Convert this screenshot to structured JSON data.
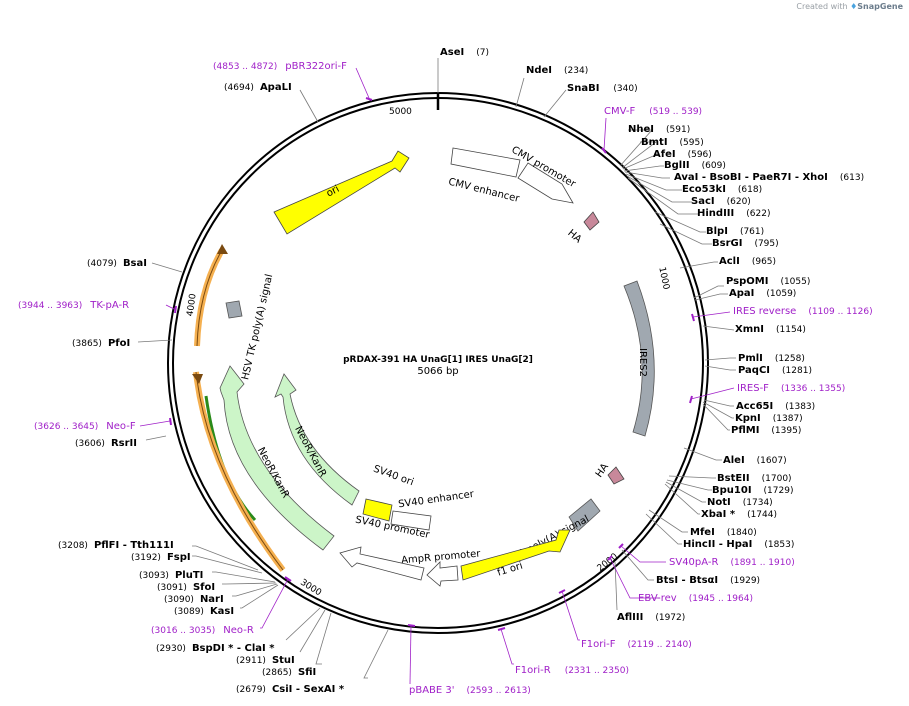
{
  "credit": {
    "prefix": "Created with",
    "brand": "SnapGene"
  },
  "plasmid": {
    "name": "pRDAX-391    HA UnaG[1] IRES UnaG[2]",
    "length": "5066 bp"
  },
  "ticks": [
    "5000",
    "1000",
    "2000",
    "3000",
    "4000"
  ],
  "enzymes": [
    {
      "name": "AseI",
      "pos": "(7)"
    },
    {
      "name": "NdeI",
      "pos": "(234)"
    },
    {
      "name": "SnaBI",
      "pos": "(340)"
    },
    {
      "name": "NheI",
      "pos": "(591)"
    },
    {
      "name": "BmtI",
      "pos": "(595)"
    },
    {
      "name": "AfeI",
      "pos": "(596)"
    },
    {
      "name": "BglII",
      "pos": "(609)"
    },
    {
      "name": "AvaI  - BsoBI  - PaeR7I  - XhoI",
      "pos": "(613)"
    },
    {
      "name": "Eco53kI",
      "pos": "(618)"
    },
    {
      "name": "SacI",
      "pos": "(620)"
    },
    {
      "name": "HindIII",
      "pos": "(622)"
    },
    {
      "name": "BlpI",
      "pos": "(761)"
    },
    {
      "name": "BsrGI",
      "pos": "(795)"
    },
    {
      "name": "AclI",
      "pos": "(965)"
    },
    {
      "name": "PspOMI",
      "pos": "(1055)"
    },
    {
      "name": "ApaI",
      "pos": "(1059)"
    },
    {
      "name": "XmnI",
      "pos": "(1154)"
    },
    {
      "name": "PmlI",
      "pos": "(1258)"
    },
    {
      "name": "PaqCI",
      "pos": "(1281)"
    },
    {
      "name": "Acc65I",
      "pos": "(1383)"
    },
    {
      "name": "KpnI",
      "pos": "(1387)"
    },
    {
      "name": "PflMI",
      "pos": "(1395)"
    },
    {
      "name": "AleI",
      "pos": "(1607)"
    },
    {
      "name": "BstEII",
      "pos": "(1700)"
    },
    {
      "name": "Bpu10I",
      "pos": "(1729)"
    },
    {
      "name": "NotI",
      "pos": "(1734)"
    },
    {
      "name": "XbaI *",
      "pos": "(1744)"
    },
    {
      "name": "MfeI",
      "pos": "(1840)"
    },
    {
      "name": "HincII  - HpaI",
      "pos": "(1853)"
    },
    {
      "name": "BtsI  - BtsαI",
      "pos": "(1929)"
    },
    {
      "name": "AflIII",
      "pos": "(1972)"
    },
    {
      "name": "CsiI  - SexAI *",
      "pos": "(2679)"
    },
    {
      "name": "SfiI",
      "pos": "(2865)"
    },
    {
      "name": "StuI",
      "pos": "(2911)"
    },
    {
      "name": "BspDI *  - ClaI *",
      "pos": "(2930)"
    },
    {
      "name": "KasI",
      "pos": "(3089)"
    },
    {
      "name": "NarI",
      "pos": "(3090)"
    },
    {
      "name": "SfoI",
      "pos": "(3091)"
    },
    {
      "name": "PluTI",
      "pos": "(3093)"
    },
    {
      "name": "FspI",
      "pos": "(3192)"
    },
    {
      "name": "PflFI  - Tth111I",
      "pos": "(3208)"
    },
    {
      "name": "RsrII",
      "pos": "(3606)"
    },
    {
      "name": "PfoI",
      "pos": "(3865)"
    },
    {
      "name": "BsaI",
      "pos": "(4079)"
    },
    {
      "name": "ApaLI",
      "pos": "(4694)"
    }
  ],
  "primers": [
    {
      "name": "pBR322ori-F",
      "pos": "(4853 .. 4872)"
    },
    {
      "name": "CMV-F",
      "pos": "(519 .. 539)"
    },
    {
      "name": "IRES reverse",
      "pos": "(1109 .. 1126)"
    },
    {
      "name": "IRES-F",
      "pos": "(1336 .. 1355)"
    },
    {
      "name": "SV40pA-R",
      "pos": "(1891 .. 1910)"
    },
    {
      "name": "EBV-rev",
      "pos": "(1945 .. 1964)"
    },
    {
      "name": "F1ori-F",
      "pos": "(2119 .. 2140)"
    },
    {
      "name": "F1ori-R",
      "pos": "(2331 .. 2350)"
    },
    {
      "name": "pBABE 3'",
      "pos": "(2593 .. 2613)"
    },
    {
      "name": "Neo-R",
      "pos": "(3016 .. 3035)"
    },
    {
      "name": "Neo-F",
      "pos": "(3626 .. 3645)"
    },
    {
      "name": "TK-pA-R",
      "pos": "(3944 .. 3963)"
    }
  ],
  "features": [
    {
      "name": "ori",
      "color": "#ffff00"
    },
    {
      "name": "CMV enhancer",
      "color": "#ffffff"
    },
    {
      "name": "CMV promoter",
      "color": "#ffffff"
    },
    {
      "name": "HA",
      "color": "#c8889a"
    },
    {
      "name": "IRES2",
      "color": "#a0a8b0"
    },
    {
      "name": "HA",
      "color": "#c8889a"
    },
    {
      "name": "SV40 poly(A) signal",
      "color": "#a0a8b0"
    },
    {
      "name": "f1 ori",
      "color": "#ffff00"
    },
    {
      "name": "AmpR promoter",
      "color": "#ffffff"
    },
    {
      "name": "SV40 promoter",
      "color": "#ffffff"
    },
    {
      "name": "SV40 enhancer",
      "color": "#ffffff"
    },
    {
      "name": "SV40 ori",
      "color": "#ffff00"
    },
    {
      "name": "NeoR/KanR",
      "color": "#ccf5c8"
    },
    {
      "name": "NeoR/KanR",
      "color": "#ccf5c8"
    },
    {
      "name": "HSV TK poly(A) signal",
      "color": "#a0a8b0"
    }
  ]
}
